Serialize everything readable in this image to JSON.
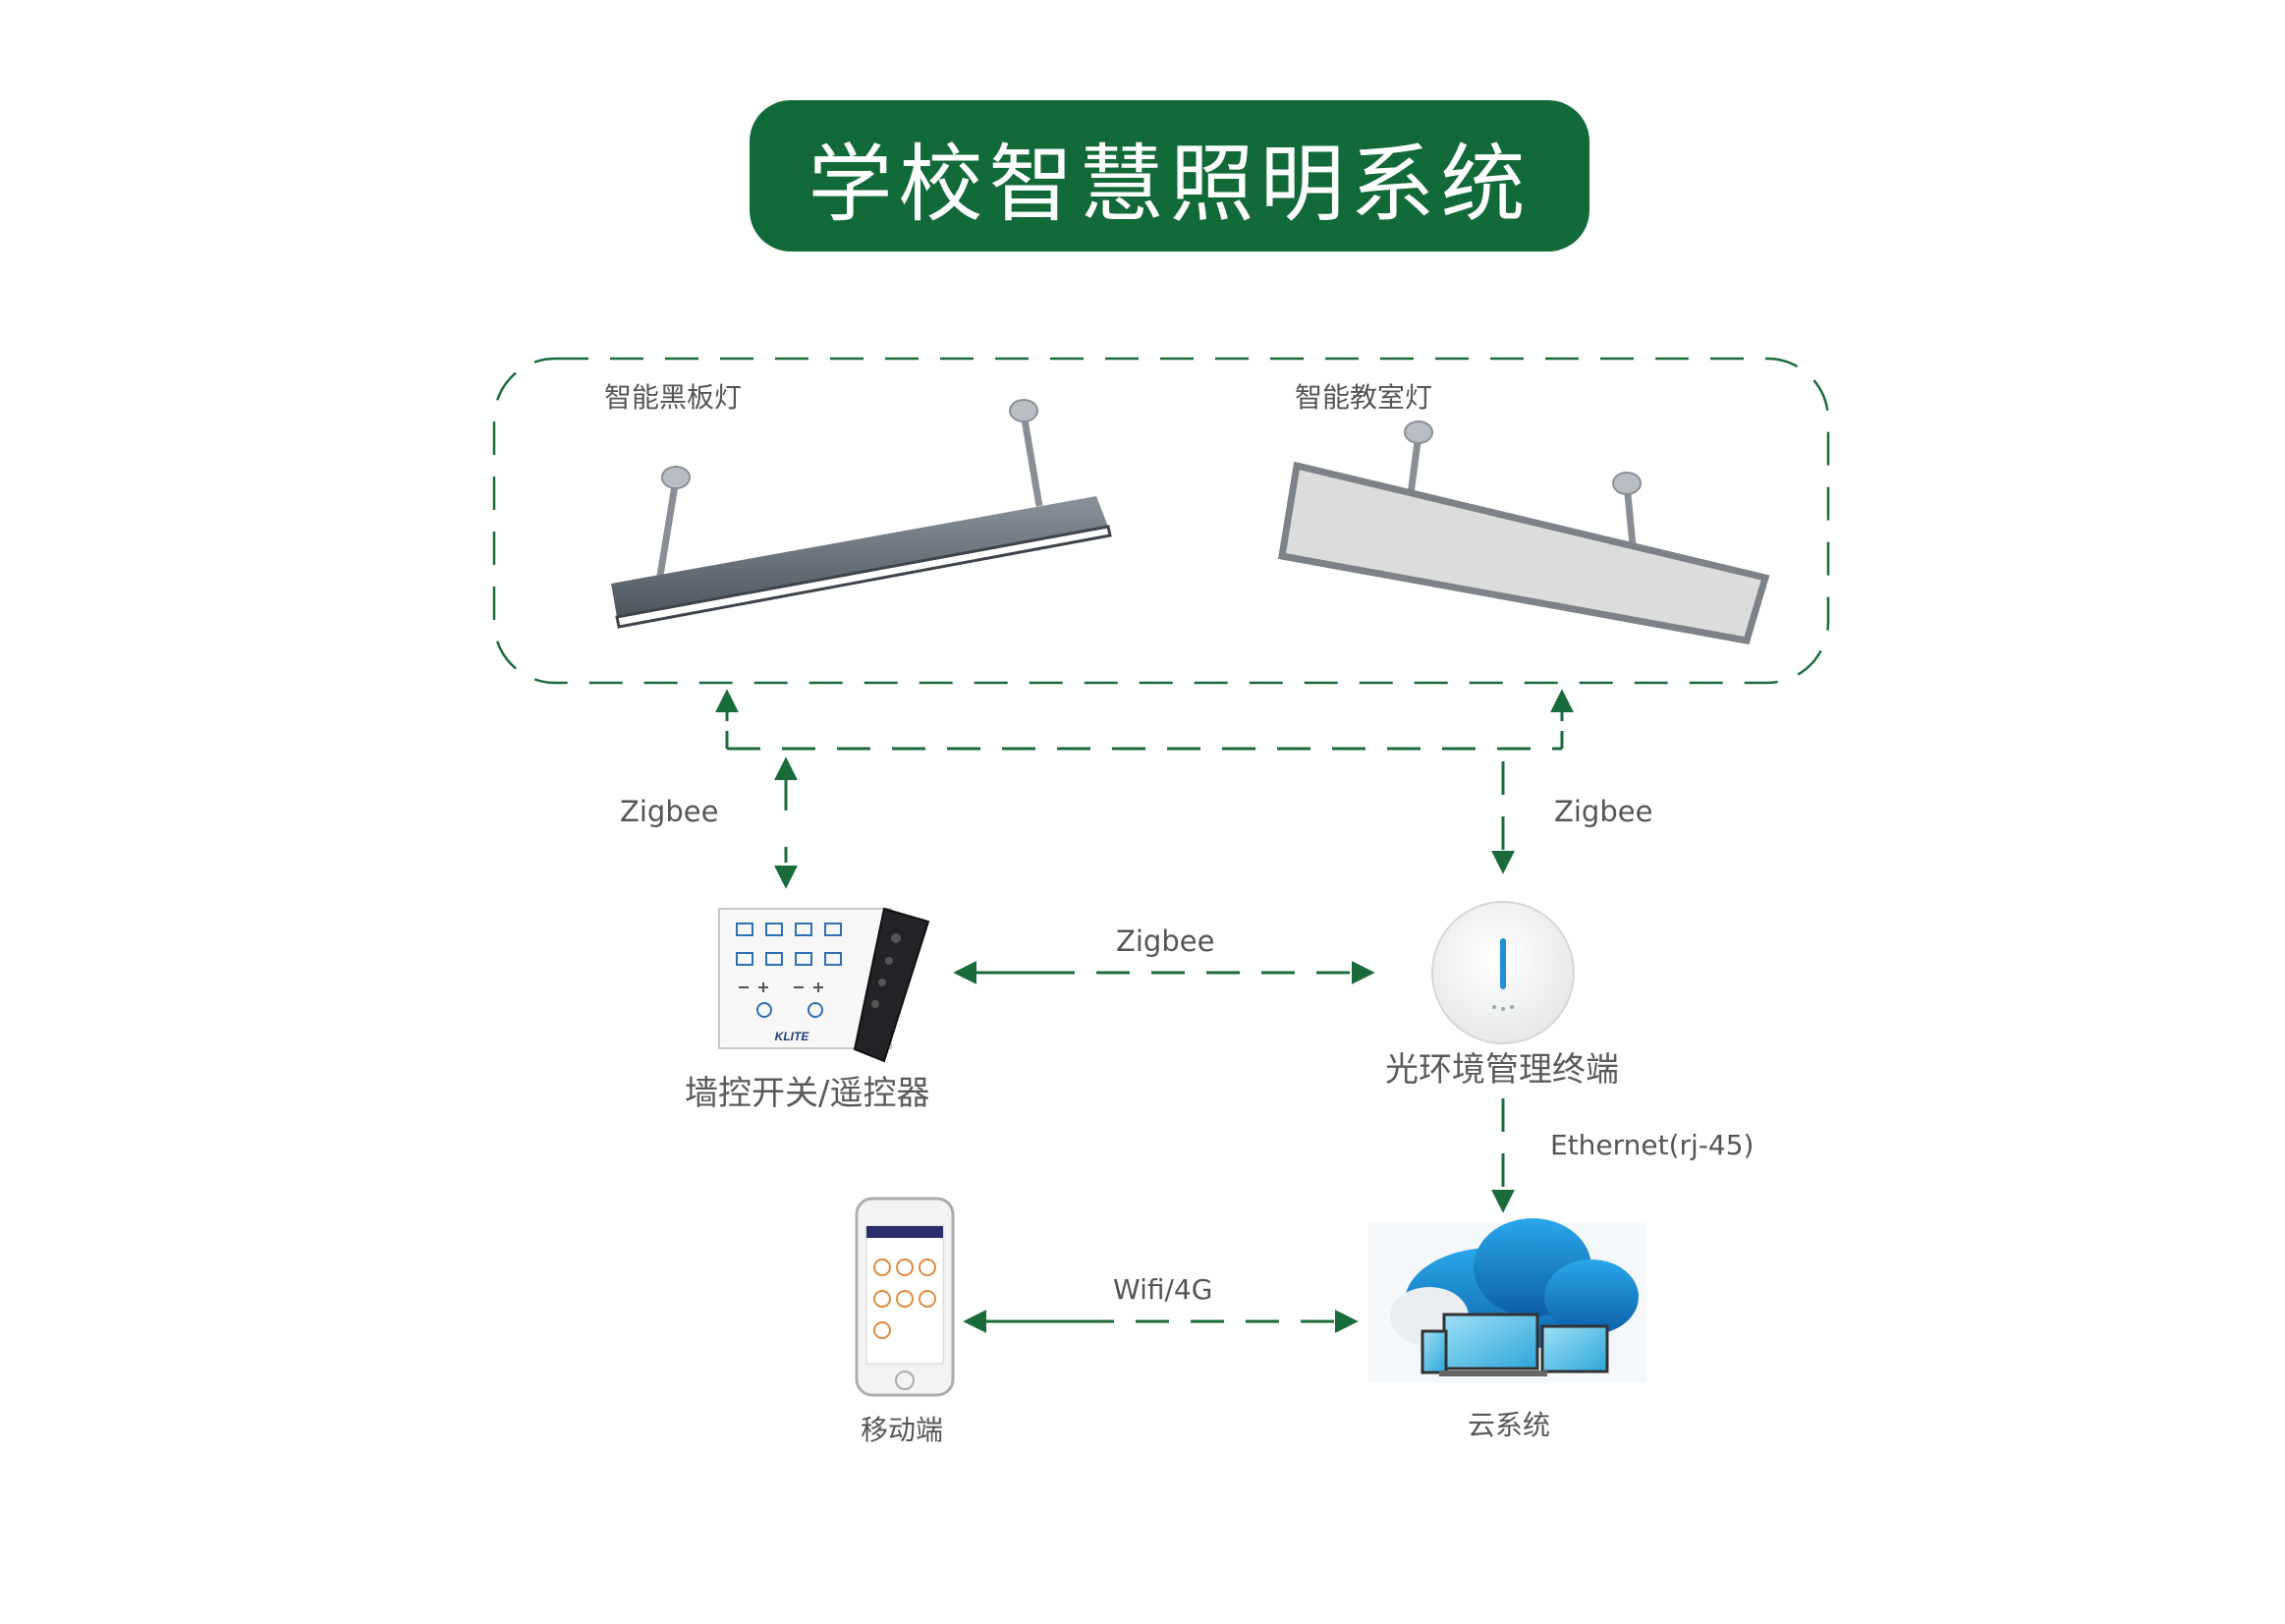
{
  "title": "学校智慧照明系统",
  "colors": {
    "accent_green": "#116a38",
    "line_green": "#1a6b3a",
    "cloud_blue": "#1f8fd6"
  },
  "devices": {
    "blackboard_light": "智能黑板灯",
    "classroom_light": "智能教室灯",
    "wall_switch": "墙控开关/遥控器",
    "terminal": "光环境管理终端",
    "mobile": "移动端",
    "cloud": "云系统"
  },
  "switch_brand": "KLITE",
  "links": {
    "left_zigbee": "Zigbee",
    "right_zigbee": "Zigbee",
    "middle_zigbee": "Zigbee",
    "ethernet": "Ethernet(rj-45)",
    "wifi": "Wifi/4G"
  }
}
